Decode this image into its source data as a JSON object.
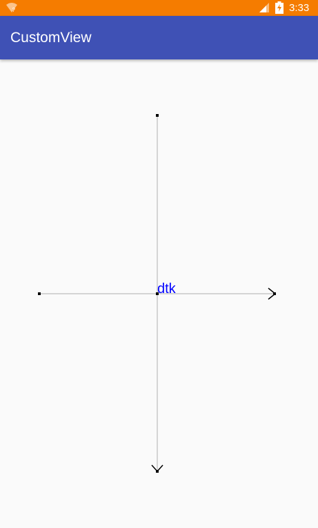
{
  "status_bar": {
    "time": "3:33",
    "wifi_icon": "wifi-unknown-icon",
    "signal_icon": "cell-signal-icon",
    "battery_icon": "battery-charging-icon"
  },
  "app_bar": {
    "title": "CustomView",
    "color": "#3f51b5"
  },
  "custom_view": {
    "origin_label": "dtk",
    "axis_color": "#c8c8c8",
    "label_color": "#0000ff"
  }
}
